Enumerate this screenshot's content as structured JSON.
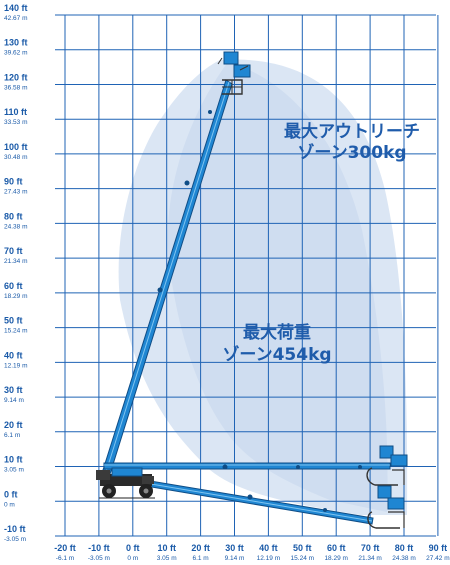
{
  "colors": {
    "grid": "#1f63b5",
    "label": "#1a5aa8",
    "zone_light": "#dbe6f4",
    "zone_dark": "#c5d6ec",
    "boom": "#1f86d2",
    "boom_edge": "#0f4d86"
  },
  "y_axis": {
    "ticks": [
      {
        "ft": "140 ft",
        "m": "42.67 m"
      },
      {
        "ft": "130 ft",
        "m": "39.62 m"
      },
      {
        "ft": "120 ft",
        "m": "36.58 m"
      },
      {
        "ft": "110 ft",
        "m": "33.53 m"
      },
      {
        "ft": "100 ft",
        "m": "30.48 m"
      },
      {
        "ft": "90 ft",
        "m": "27.43 m"
      },
      {
        "ft": "80 ft",
        "m": "24.38 m"
      },
      {
        "ft": "70 ft",
        "m": "21.34 m"
      },
      {
        "ft": "60 ft",
        "m": "18.29 m"
      },
      {
        "ft": "50 ft",
        "m": "15.24 m"
      },
      {
        "ft": "40 ft",
        "m": "12.19 m"
      },
      {
        "ft": "30 ft",
        "m": "9.14 m"
      },
      {
        "ft": "20 ft",
        "m": "6.1 m"
      },
      {
        "ft": "10 ft",
        "m": "3.05 m"
      },
      {
        "ft": "0 ft",
        "m": "0 m"
      },
      {
        "ft": "-10 ft",
        "m": "-3.05 m"
      }
    ]
  },
  "x_axis": {
    "ticks": [
      {
        "ft": "-20 ft",
        "m": "-6.1 m"
      },
      {
        "ft": "-10 ft",
        "m": "-3.05 m"
      },
      {
        "ft": "0 ft",
        "m": "0 m"
      },
      {
        "ft": "10 ft",
        "m": "3.05 m"
      },
      {
        "ft": "20 ft",
        "m": "6.1 m"
      },
      {
        "ft": "30 ft",
        "m": "9.14 m"
      },
      {
        "ft": "40 ft",
        "m": "12.19 m"
      },
      {
        "ft": "50 ft",
        "m": "15.24 m"
      },
      {
        "ft": "60 ft",
        "m": "18.29 m"
      },
      {
        "ft": "70 ft",
        "m": "21.34 m"
      },
      {
        "ft": "80 ft",
        "m": "24.38 m"
      },
      {
        "ft": "90 ft",
        "m": "27.42 m"
      }
    ]
  },
  "zones": {
    "outreach": {
      "line1": "最大アウトリーチ",
      "line2": "ゾーン300kg"
    },
    "max_load": {
      "line1": "最大荷重",
      "line2": "ゾーン454kg"
    }
  }
}
